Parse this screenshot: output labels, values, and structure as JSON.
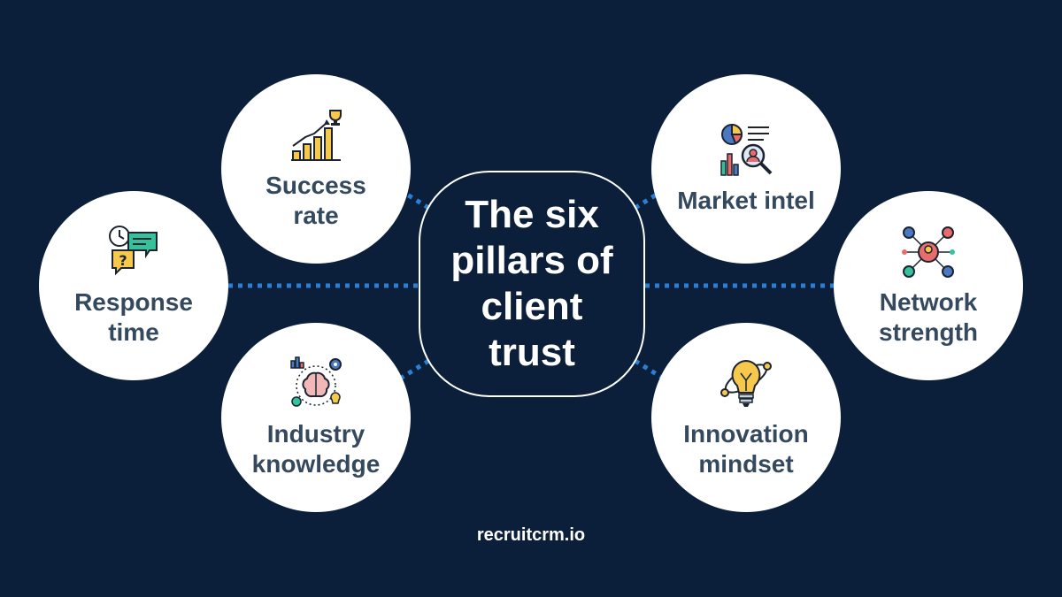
{
  "diagram": {
    "center_title": "The six pillars of client trust",
    "pillars": [
      {
        "id": "success",
        "label": "Success rate",
        "icon": "trophy-growth-chart-icon"
      },
      {
        "id": "response",
        "label": "Response time",
        "icon": "clock-chat-bubbles-icon"
      },
      {
        "id": "industry",
        "label": "Industry knowledge",
        "icon": "brain-gears-icon"
      },
      {
        "id": "market",
        "label": "Market intel",
        "icon": "pie-chart-magnifier-icon"
      },
      {
        "id": "network",
        "label": "Network strength",
        "icon": "people-network-icon"
      },
      {
        "id": "innovation",
        "label": "Innovation mindset",
        "icon": "lightbulb-orbit-icon"
      }
    ]
  },
  "footer": {
    "brand": "recruitcrm.io"
  },
  "colors": {
    "background": "#0b1f3a",
    "connector": "#2a7fd4",
    "label_text": "#34495e",
    "icon_yellow": "#f6c84c",
    "icon_green": "#35c29b",
    "icon_blue": "#4a78c2",
    "icon_red": "#ea6b6b",
    "icon_outline": "#1b2430"
  }
}
